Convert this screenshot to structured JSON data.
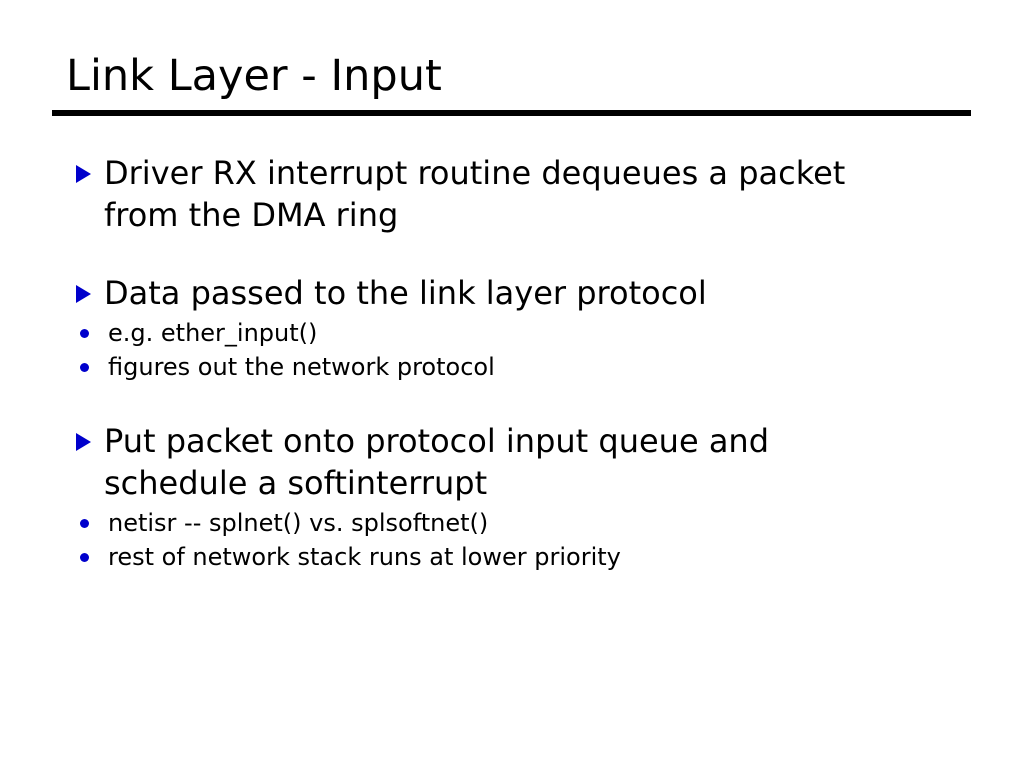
{
  "slide": {
    "title": "Link Layer - Input",
    "colors": {
      "background": "#ffffff",
      "text": "#000000",
      "bullet_marker": "#0000cc",
      "rule": "#000000"
    },
    "bullets": [
      {
        "marker": "triangle-bullet-icon",
        "text": "Driver RX interrupt routine dequeues a packet from the DMA ring",
        "sub": []
      },
      {
        "marker": "triangle-bullet-icon",
        "text": "Data passed to the link layer protocol",
        "sub": [
          {
            "marker": "dot-bullet-icon",
            "text": "e.g. ether_input()"
          },
          {
            "marker": "dot-bullet-icon",
            "text": "figures out the network protocol"
          }
        ]
      },
      {
        "marker": "triangle-bullet-icon",
        "text": "Put packet onto protocol input queue and schedule a softinterrupt",
        "sub": [
          {
            "marker": "dot-bullet-icon",
            "text": "netisr -- splnet() vs. splsoftnet()"
          },
          {
            "marker": "dot-bullet-icon",
            "text": "rest of network stack runs at lower priority"
          }
        ]
      }
    ]
  }
}
